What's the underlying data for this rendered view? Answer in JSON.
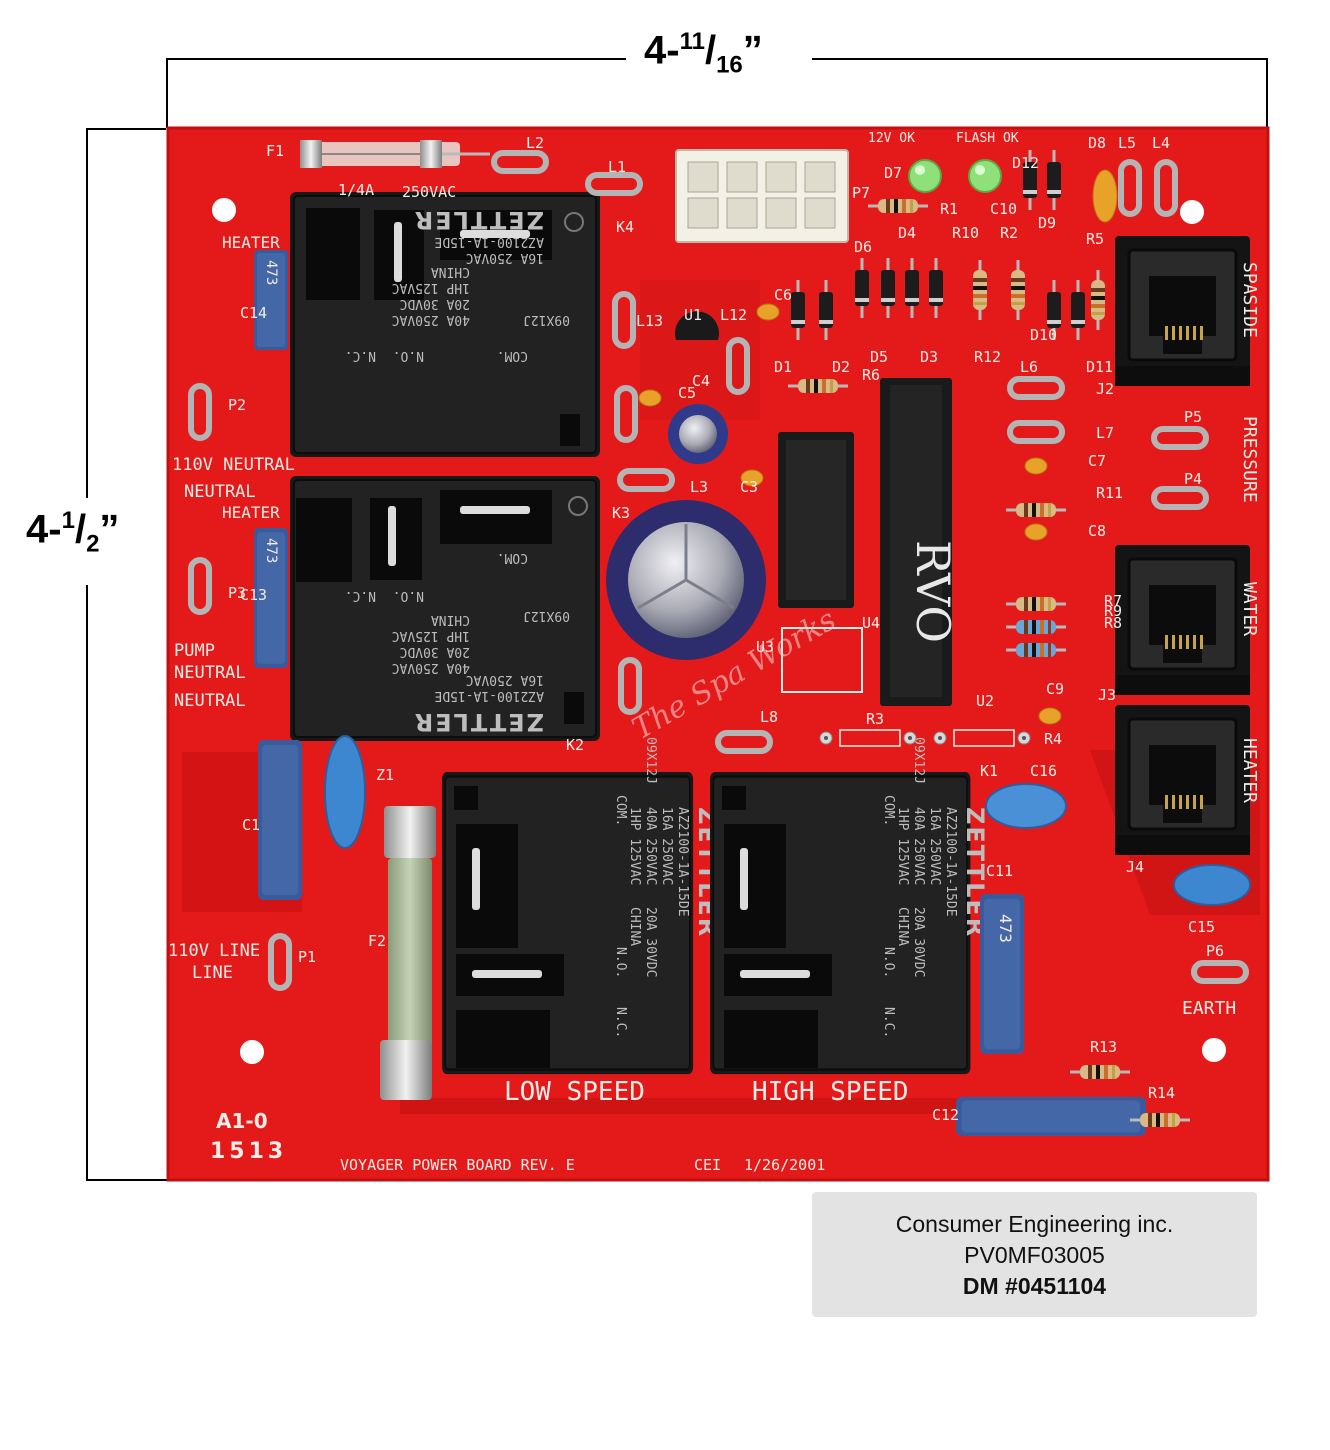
{
  "dimensions": {
    "width_whole": "4-",
    "width_num": "11",
    "width_den": "16",
    "width_quote": "”",
    "height_whole": "4-",
    "height_num": "1",
    "height_den": "2",
    "height_quote": "”"
  },
  "board": {
    "color": "#e41a1a",
    "footer_text": "VOYAGER POWER BOARD REV. E",
    "footer_cei": "CEI",
    "footer_date": "1/26/2001",
    "lot_code_top": "A1-0",
    "lot_code_bottom": "1513",
    "handwritten_mark": "RVO",
    "watermark": "The Spa Works",
    "connector_labels": {
      "heater_top": "HEATER",
      "neutral_110v": "110V NEUTRAL",
      "neutral_heater_a": "NEUTRAL",
      "neutral_heater_b": "HEATER",
      "pump_neutral_a": "PUMP",
      "pump_neutral_b": "NEUTRAL",
      "neutral_lower": "NEUTRAL",
      "line_110v": "110V LINE",
      "line": "LINE",
      "earth": "EARTH",
      "spaside": "SPASIDE",
      "pressure": "PRESSURE",
      "water": "WATER",
      "heater_right": "HEATER",
      "low_speed": "LOW SPEED",
      "high_speed": "HIGH SPEED"
    },
    "leds": [
      "12V OK",
      "FLASH OK"
    ],
    "refdes": [
      "F1",
      "L2",
      "L1",
      "P7",
      "D7",
      "D8",
      "L5",
      "L4",
      "R1",
      "C10",
      "D9",
      "R2",
      "R5",
      "D12",
      "K4",
      "C14",
      "P2",
      "U1",
      "L12",
      "L13",
      "D6",
      "D4",
      "R10",
      "C6",
      "D5",
      "D3",
      "R12",
      "D10",
      "D11",
      "D1",
      "D2",
      "R6",
      "C5",
      "C4",
      "L6",
      "J2",
      "L7",
      "C7",
      "P5",
      "P4",
      "K3",
      "L3",
      "C3",
      "R11",
      "C8",
      "U4",
      "U3",
      "C13",
      "P3",
      "R8",
      "R7",
      "R9",
      "J3",
      "C9",
      "U2",
      "R3",
      "R4",
      "K2",
      "K1",
      "C16",
      "L8",
      "Z1",
      "C1",
      "F2",
      "C11",
      "J4",
      "C15",
      "P1",
      "P6",
      "R13",
      "R14",
      "C12"
    ],
    "relay": {
      "brand": "ZETTLER",
      "model": "AZ2100-1A-15DE",
      "rating_1": "16A 250VAC",
      "rating_2": "40A 250VAC",
      "rating_3": "20A 30VDC",
      "rating_4": "1HP 125VAC",
      "origin": "CHINA",
      "date": "09X12J",
      "com": "COM.",
      "no": "N.O.",
      "nc": "N.C."
    },
    "fuse_f1": [
      "1/4A",
      "250VAC"
    ],
    "cap_code": "473"
  },
  "label": {
    "line1": "Consumer Engineering inc.",
    "line2": "PV0MF03005",
    "line3": "DM #0451104"
  }
}
